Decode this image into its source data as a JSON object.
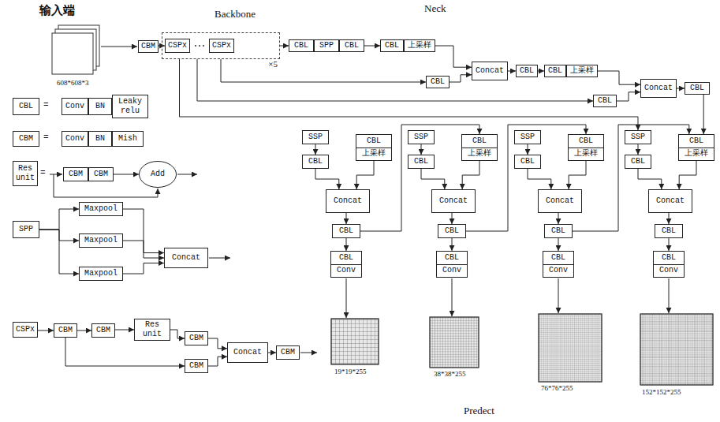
{
  "diagram": {
    "nodes": [
      {
        "text": [
          "CBM"
        ]
      },
      {
        "text": [
          "×5"
        ]
      },
      {
        "text": [
          "CSPx"
        ],
        "in": 1
      },
      {
        "text": [
          "CSPx"
        ],
        "in": 1
      },
      {
        "text": [
          "CBL"
        ]
      },
      {
        "text": [
          "SPP"
        ]
      },
      {
        "text": [
          "CBL"
        ]
      },
      {
        "text": [
          "CBL"
        ]
      },
      {
        "text": [
          "上采样"
        ]
      },
      {
        "text": [
          "Concat"
        ]
      },
      {
        "text": [
          "CBL"
        ]
      },
      {
        "text": [
          "CBL"
        ]
      },
      {
        "text": [
          "上采样"
        ]
      },
      {
        "text": [
          "CBL"
        ]
      },
      {
        "text": [
          "Concat"
        ]
      },
      {
        "text": [
          "CBL"
        ]
      },
      {
        "text": [
          "CBL"
        ]
      },
      {
        "text": [
          "CBL"
        ]
      },
      {
        "text": [
          "Conv"
        ]
      },
      {
        "text": [
          "BN"
        ]
      },
      {
        "text": [
          "Leaky relu"
        ]
      },
      {
        "text": [
          "CBM"
        ]
      },
      {
        "text": [
          "Conv"
        ]
      },
      {
        "text": [
          "BN"
        ]
      },
      {
        "text": [
          "Mish"
        ]
      },
      {
        "text": [
          "Res unit"
        ]
      },
      {
        "text": [
          "CBM"
        ]
      },
      {
        "text": [
          "CBM"
        ]
      },
      {
        "text": [
          "Add"
        ]
      },
      {
        "text": [
          "SPP"
        ]
      },
      {
        "text": [
          "Maxpool"
        ]
      },
      {
        "text": [
          "Maxpool"
        ]
      },
      {
        "text": [
          "Maxpool"
        ]
      },
      {
        "text": [
          "Concat"
        ]
      },
      {
        "text": [
          "CSPx"
        ]
      },
      {
        "text": [
          "CBM"
        ]
      },
      {
        "text": [
          "CBM"
        ]
      },
      {
        "text": [
          "Res unit"
        ]
      },
      {
        "text": [
          "CBM"
        ]
      },
      {
        "text": [
          "CBM"
        ]
      },
      {
        "text": [
          "Concat"
        ]
      },
      {
        "text": [
          "CBM"
        ]
      },
      {
        "text": [
          "SSP"
        ]
      },
      {
        "text": [
          "CBL"
        ]
      },
      {
        "text": [
          "CBL",
          "上采样"
        ]
      },
      {
        "text": [
          "Concat"
        ]
      },
      {
        "text": [
          "CBL"
        ]
      },
      {
        "text": [
          "CBL",
          "Conv"
        ]
      },
      {
        "text": [
          "SSP"
        ]
      },
      {
        "text": [
          "CBL"
        ]
      },
      {
        "text": [
          "CBL",
          "上采样"
        ]
      },
      {
        "text": [
          "Concat"
        ]
      },
      {
        "text": [
          "CBL"
        ]
      },
      {
        "text": [
          "CBL",
          "Conv"
        ]
      },
      {
        "text": [
          "SSP"
        ]
      },
      {
        "text": [
          "CBL"
        ]
      },
      {
        "text": [
          "CBL",
          "上采样"
        ]
      },
      {
        "text": [
          "Concat"
        ]
      },
      {
        "text": [
          "CBL"
        ]
      },
      {
        "text": [
          "CBL",
          "Conv"
        ]
      },
      {
        "text": [
          "SSP"
        ]
      },
      {
        "text": [
          "CBL"
        ]
      },
      {
        "text": [
          "CBL",
          "上采样"
        ]
      },
      {
        "text": [
          "Concat"
        ]
      },
      {
        "text": [
          "CBL"
        ]
      },
      {
        "text": [
          "CBL",
          "Conv"
        ]
      }
    ],
    "edges": [
      {
        "from": 0,
        "to": 2,
        "arrow": "to"
      },
      {
        "from": 1,
        "to": 4,
        "arrow": "to"
      },
      {
        "from": 6,
        "to": 7,
        "arrow": "to"
      },
      {
        "from": 8,
        "to": 9,
        "arrow": "to"
      },
      {
        "from": 13,
        "to": 9,
        "arrow": "to"
      },
      {
        "from": 9,
        "to": 10,
        "arrow": "to"
      },
      {
        "from": 10,
        "to": 11,
        "arrow": "to"
      },
      {
        "from": 12,
        "to": 14,
        "arrow": "to"
      },
      {
        "from": 16,
        "to": 14,
        "arrow": "to"
      },
      {
        "from": 14,
        "to": 15,
        "arrow": "to"
      },
      {
        "from": 1,
        "to": 13,
        "arrow": "to"
      },
      {
        "from": 1,
        "to": 16,
        "arrow": "to"
      },
      {
        "from": 1,
        "to": 60,
        "arrow": "to"
      },
      {
        "from": 15,
        "to": 62,
        "arrow": "to"
      },
      {
        "from": 27,
        "to": 28,
        "arrow": "to"
      },
      {
        "from": 29,
        "to": 30,
        "arrow": "to"
      },
      {
        "from": 29,
        "to": 31,
        "arrow": "to"
      },
      {
        "from": 29,
        "to": 32,
        "arrow": "to"
      },
      {
        "from": 30,
        "to": 33,
        "arrow": "to"
      },
      {
        "from": 31,
        "to": 33,
        "arrow": "to"
      },
      {
        "from": 32,
        "to": 33,
        "arrow": "to"
      },
      {
        "from": 34,
        "to": 35,
        "arrow": "to"
      },
      {
        "from": 35,
        "to": 36,
        "arrow": "to"
      },
      {
        "from": 36,
        "to": 37,
        "arrow": "to"
      },
      {
        "from": 37,
        "to": 38,
        "arrow": "to"
      },
      {
        "from": 35,
        "to": 39,
        "arrow": "to"
      },
      {
        "from": 38,
        "to": 40,
        "arrow": "to"
      },
      {
        "from": 39,
        "to": 40,
        "arrow": "to"
      },
      {
        "from": 40,
        "to": 41,
        "arrow": "to"
      },
      {
        "from": 42,
        "to": 43,
        "arrow": "to"
      },
      {
        "from": 43,
        "to": 45,
        "arrow": "to"
      },
      {
        "from": 44,
        "to": 45,
        "arrow": "to"
      },
      {
        "from": 45,
        "to": 46,
        "arrow": "to"
      },
      {
        "from": 46,
        "to": 47,
        "arrow": "to"
      },
      {
        "from": 46,
        "to": 50,
        "arrow": "to"
      },
      {
        "from": 48,
        "to": 49,
        "arrow": "to"
      },
      {
        "from": 49,
        "to": 51,
        "arrow": "to"
      },
      {
        "from": 50,
        "to": 51,
        "arrow": "to"
      },
      {
        "from": 51,
        "to": 52,
        "arrow": "to"
      },
      {
        "from": 52,
        "to": 53,
        "arrow": "to"
      },
      {
        "from": 52,
        "to": 56,
        "arrow": "to"
      },
      {
        "from": 54,
        "to": 55,
        "arrow": "to"
      },
      {
        "from": 55,
        "to": 57,
        "arrow": "to"
      },
      {
        "from": 56,
        "to": 57,
        "arrow": "to"
      },
      {
        "from": 57,
        "to": 58,
        "arrow": "to"
      },
      {
        "from": 58,
        "to": 59,
        "arrow": "to"
      },
      {
        "from": 58,
        "to": 62,
        "arrow": "to"
      },
      {
        "from": 60,
        "to": 61,
        "arrow": "to"
      },
      {
        "from": 61,
        "to": 63,
        "arrow": "to"
      },
      {
        "from": 62,
        "to": 63,
        "arrow": "to"
      },
      {
        "from": 63,
        "to": 64,
        "arrow": "to"
      },
      {
        "from": 64,
        "to": 65,
        "arrow": "to"
      }
    ],
    "labels": [
      "输入端",
      "608*608*3",
      "Backbone",
      "Neck",
      "=",
      "=",
      "=",
      "19*19*255",
      "38*38*255",
      "76*76*255",
      "152*152*255",
      "Predect"
    ]
  }
}
